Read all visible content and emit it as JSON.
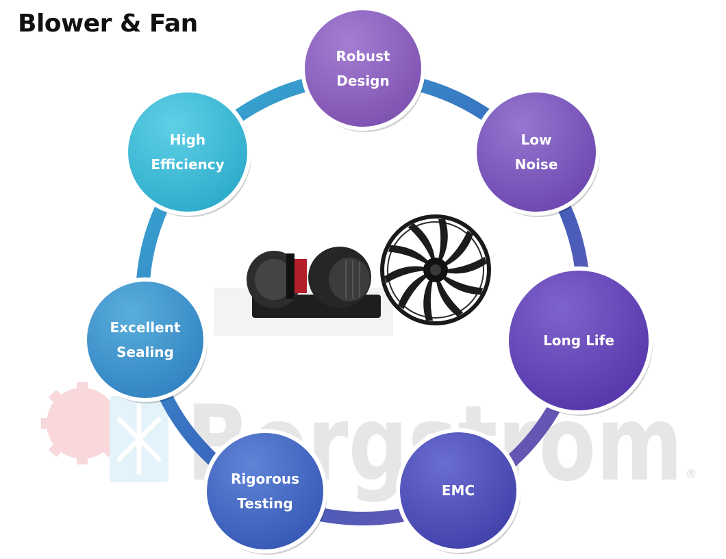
{
  "page": {
    "title": "Blower & Fan"
  },
  "watermark": {
    "text": "Borgstrom",
    "mark": "®"
  },
  "nodes": [
    {
      "id": "robust-design",
      "lines": [
        "Robust",
        "Design"
      ],
      "color": "#7b4fae",
      "color_light": "#a47ed3"
    },
    {
      "id": "low-noise",
      "lines": [
        "Low",
        "Noise"
      ],
      "color": "#6a45ad",
      "color_light": "#9576d0"
    },
    {
      "id": "long-life",
      "lines": [
        "Long Life"
      ],
      "color": "#5434a8",
      "color_light": "#7f63cc"
    },
    {
      "id": "emc",
      "lines": [
        "EMC"
      ],
      "color": "#3e3ea8",
      "color_light": "#6a6dd0"
    },
    {
      "id": "rigorous-testing",
      "lines": [
        "Rigorous",
        "Testing"
      ],
      "color": "#3456b4",
      "color_light": "#5f84d6"
    },
    {
      "id": "excellent-sealing",
      "lines": [
        "Excellent",
        "Sealing"
      ],
      "color": "#2f80bf",
      "color_light": "#5aaedc"
    },
    {
      "id": "high-efficiency",
      "lines": [
        "High",
        "Efficiency"
      ],
      "color": "#2aa9c9",
      "color_light": "#5fd0e6"
    }
  ],
  "ring_colors": {
    "start": "#35b7d4",
    "mid": "#3a62bd",
    "end": "#7b4fae"
  },
  "products": [
    {
      "name": "double-blower-image",
      "color": "#2b2b2b"
    },
    {
      "name": "axial-fan-image",
      "color": "#1a1a1a"
    }
  ]
}
